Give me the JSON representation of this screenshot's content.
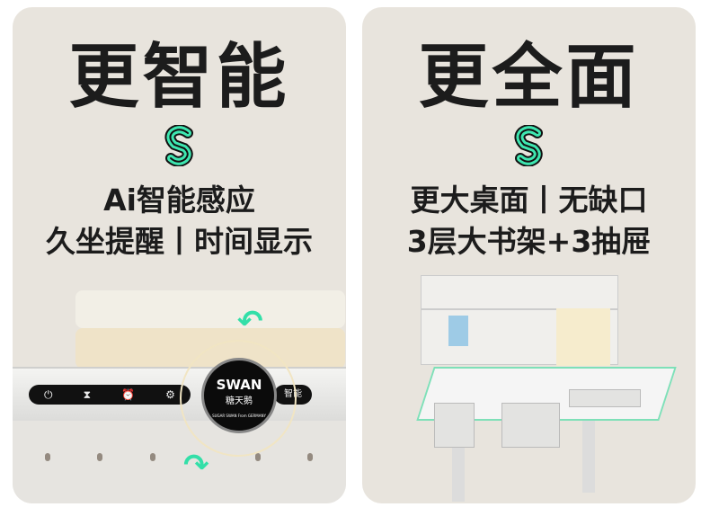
{
  "left_card": {
    "title": "更智能",
    "subtitle_line1": "Ai智能感应",
    "subtitle_line2": "久坐提醒丨时间显示",
    "control_bar": {
      "icons": [
        "power-icon",
        "hourglass-icon",
        "alarm-clock-icon",
        "settings-icon"
      ],
      "smart_label": "智能"
    },
    "knob": {
      "brand": "SWAN",
      "brand_cn": "糖天鹅",
      "ring_text": "SUGAR SWAN  From GERMANY"
    }
  },
  "right_card": {
    "title": "更全面",
    "subtitle_line1": "更大桌面丨无缺口",
    "subtitle_line2": "3层大书架+3抽屉"
  },
  "colors": {
    "card_bg": "#e8e4dd",
    "logo_green": "#3ee6b0",
    "text": "#1c1c1c",
    "arrow": "#33dfa8"
  }
}
